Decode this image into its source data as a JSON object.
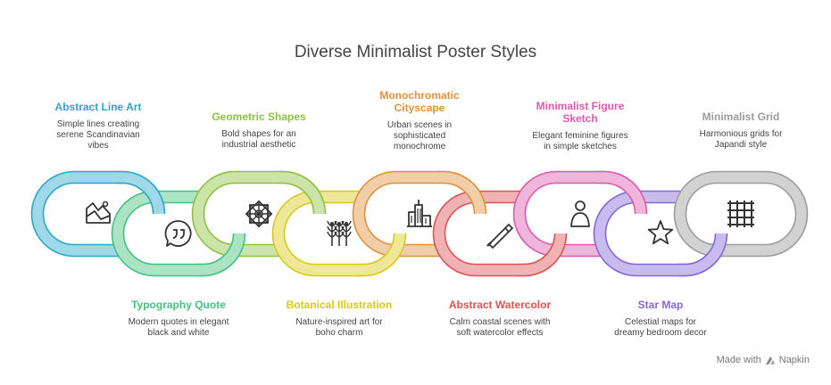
{
  "title": "Diverse Minimalist Poster Styles",
  "items": [
    {
      "heading": "Abstract Line Art",
      "desc": [
        "Simple lines creating",
        "serene Scandinavian",
        "vibes"
      ],
      "color": "#29A8C9",
      "icon": "landscape-icon"
    },
    {
      "heading": "Typography Quote",
      "desc": [
        "Modern quotes in elegant",
        "black and white"
      ],
      "color": "#45C07F",
      "icon": "quote-icon"
    },
    {
      "heading": "Geometric Shapes",
      "desc": [
        "Bold shapes for an",
        "industrial aesthetic"
      ],
      "color": "#8DC23F",
      "icon": "geometric-star-icon"
    },
    {
      "heading": "Botanical Illustration",
      "desc": [
        "Nature-inspired art for",
        "boho charm"
      ],
      "color": "#D9C91B",
      "icon": "plant-icon"
    },
    {
      "heading": "Monochromatic Cityscape",
      "desc": [
        "Urban scenes in",
        "sophisticated",
        "monochrome"
      ],
      "color": "#E0913D",
      "icon": "city-icon"
    },
    {
      "heading": "Abstract Watercolor",
      "desc": [
        "Calm coastal scenes with",
        "soft watercolor effects"
      ],
      "color": "#DE5354",
      "icon": "paint-tube-icon"
    },
    {
      "heading": "Minimalist Figure Sketch",
      "desc": [
        "Elegant feminine figures",
        "in simple sketches"
      ],
      "color": "#DB5AAE",
      "icon": "woman-figure-icon"
    },
    {
      "heading": "Star Map",
      "desc": [
        "Celestial maps for",
        "dreamy bedroom decor"
      ],
      "color": "#8467D7",
      "icon": "star-icon"
    },
    {
      "heading": "Minimalist Grid",
      "desc": [
        "Harmonious grids for",
        "Japandi style"
      ],
      "color": "#9C9C9C",
      "icon": "grid-icon"
    }
  ],
  "branding": {
    "text": "Made with",
    "name": "Napkin"
  }
}
